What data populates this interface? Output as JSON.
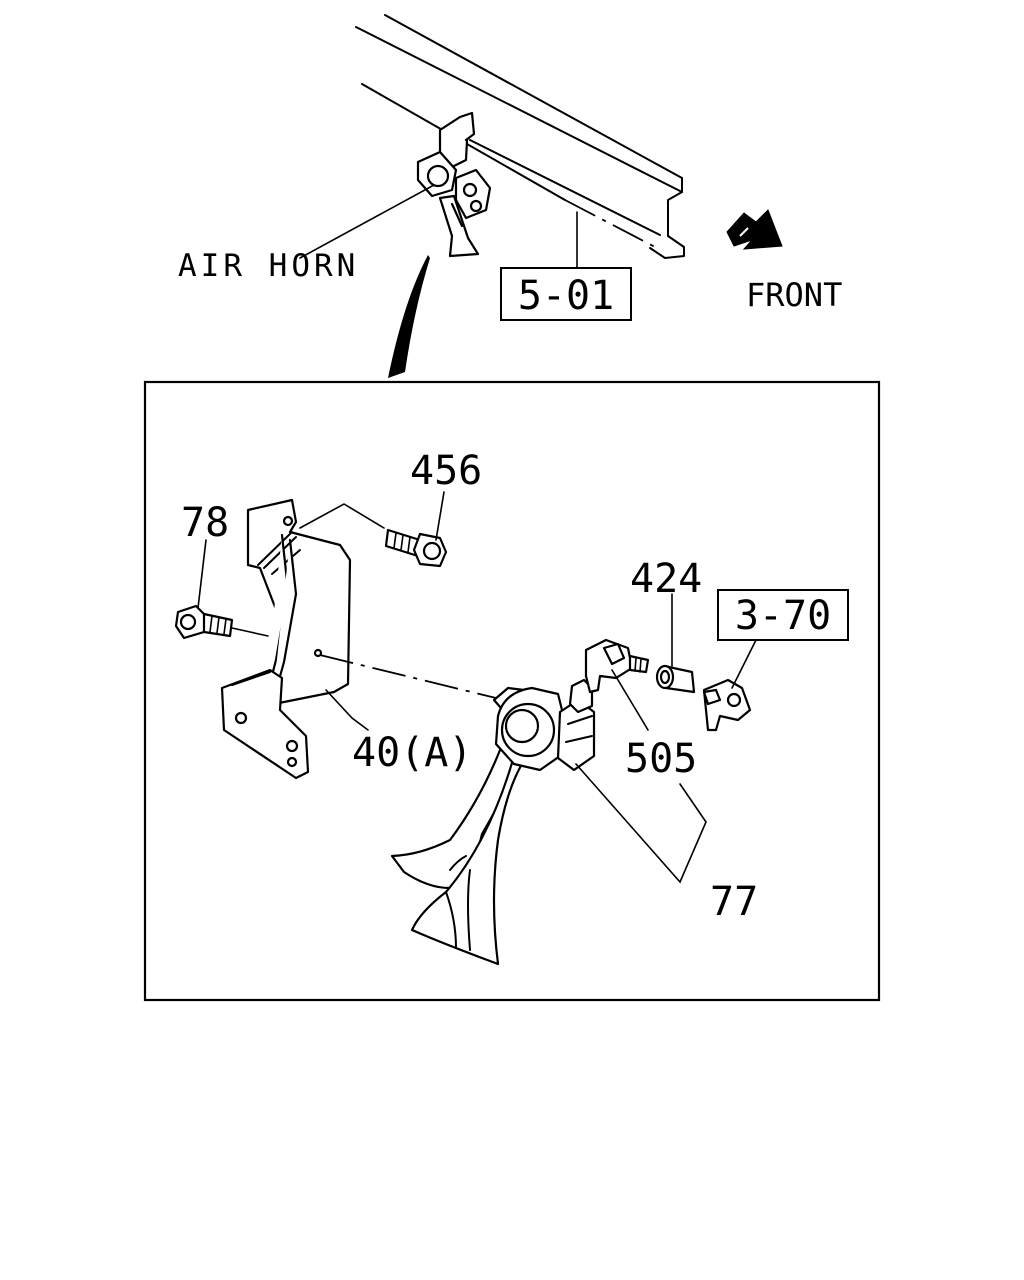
{
  "labels": {
    "air_horn": "AIR HORN",
    "front": "FRONT",
    "ref_5_01": "5-01",
    "ref_3_70": "3-70",
    "part_456": "456",
    "part_78": "78",
    "part_424": "424",
    "part_40a": "40(A)",
    "part_505": "505",
    "part_77": "77"
  },
  "icons": {
    "front_arrow": "front-direction-arrow-icon",
    "detail_pointer": "detail-pointer-icon"
  }
}
